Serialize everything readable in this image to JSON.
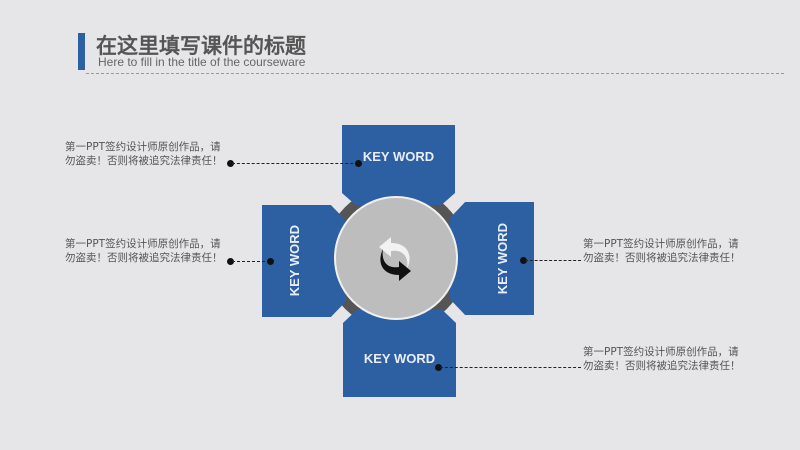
{
  "header": {
    "title": "在这里填写课件的标题",
    "subtitle": "Here to fill in the title of the courseware"
  },
  "keywords": [
    "KEY WORD",
    "KEY WORD",
    "KEY WORD",
    "KEY WORD"
  ],
  "center_icon": "refresh-arrows-icon",
  "notes": [
    "第一PPT签约设计师原创作品，请勿盗卖！否则将被追究法律责任！",
    "第一PPT签约设计师原创作品，请勿盗卖！否则将被追究法律责任！",
    "第一PPT签约设计师原创作品，请勿盗卖！否则将被追究法律责任！",
    "第一PPT签约设计师原创作品，请勿盗卖！否则将被追究法律责任！"
  ],
  "colors": {
    "accent": "#2d5fa3",
    "background": "#e6e6e8"
  }
}
